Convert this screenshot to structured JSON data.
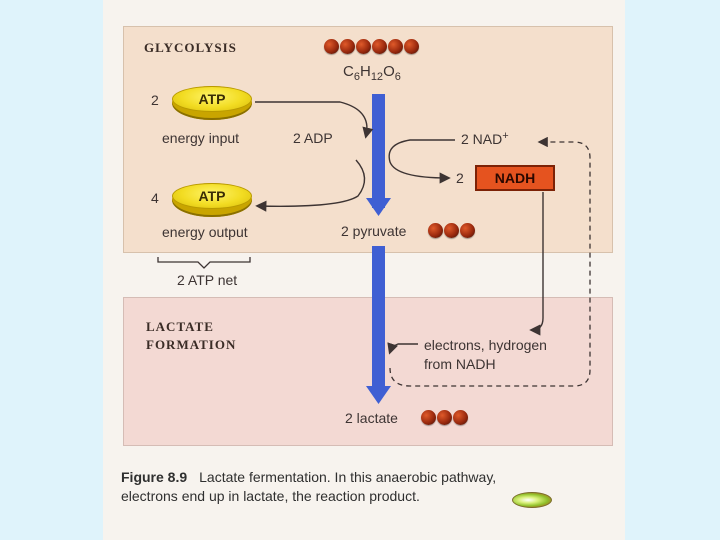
{
  "glycolysis": {
    "title": "GLYCOLYSIS",
    "glucose_formula": "C6H12O6",
    "input_count": "2",
    "input_atp_label": "ATP",
    "energy_input_label": "energy input",
    "adp_label": "2 ADP",
    "nad_label": "2 NAD",
    "nad_charge": "+",
    "nadh_count": "2",
    "nadh_label": "NADH",
    "output_count": "4",
    "output_atp_label": "ATP",
    "energy_output_label": "energy output",
    "pyruvate_label": "2 pyruvate",
    "net_label": "2 ATP net"
  },
  "lactate": {
    "title_line1": "LACTATE",
    "title_line2": "FORMATION",
    "electrons_line1": "electrons, hydrogen",
    "electrons_line2": "from NADH",
    "lactate_label": "2 lactate"
  },
  "caption": {
    "figure_label": "Figure 8.9",
    "text_line1": "Lactate fermentation. In this anaerobic pathway,",
    "text_line2": "electrons end up in lactate, the reaction product."
  },
  "colors": {
    "pathway_arrow": "#3f5fd3",
    "atp": "#f2dc22",
    "nadh": "#e5531f",
    "molecule": "#9b2a0e"
  },
  "icons": [
    "cd-icon"
  ]
}
